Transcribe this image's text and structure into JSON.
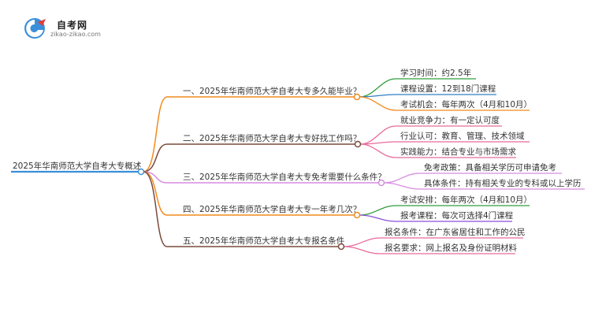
{
  "brand": {
    "name": "自考网",
    "url": "zikao-zikao.com"
  },
  "root": {
    "label": "2025年华南师范大学自考大专概述"
  },
  "branches": [
    {
      "label": "一、2025年华南师范大学自考大专多久能毕业？",
      "color": "#f28a1e",
      "children": [
        {
          "label": "学习时间：约2.5年",
          "color": "#2e9d3a"
        },
        {
          "label": "课程设置：12到18门课程",
          "color": "#2f7fc1"
        },
        {
          "label": "考试机会：每年两次（4月和10月）",
          "color": "#f28a1e"
        }
      ]
    },
    {
      "label": "二、2025年华南师范大学自考大专好找工作吗？",
      "color": "#7a4a3a",
      "children": [
        {
          "label": "就业竞争力：有一定认可度",
          "color": "#e86b9b"
        },
        {
          "label": "行业认可：教育、管理、技术领域",
          "color": "#e86b9b"
        },
        {
          "label": "实践能力：结合专业与市场需求",
          "color": "#e86b9b"
        }
      ]
    },
    {
      "label": "三、2025年华南师范大学自考大专免考需要什么条件？",
      "color": "#d68be0",
      "children": [
        {
          "label": "免考政策：具备相关学历可申请免考",
          "color": "#d68be0"
        },
        {
          "label": "具体条件：持有相关专业的专科或以上学历",
          "color": "#d68be0"
        }
      ]
    },
    {
      "label": "四、2025年华南师范大学自考大专一年考几次？",
      "color": "#f28a1e",
      "children": [
        {
          "label": "考试安排：每年两次（4月和10月）",
          "color": "#2e9d3a"
        },
        {
          "label": "报考课程：每次可选择4门课程",
          "color": "#8a4fd6"
        }
      ]
    },
    {
      "label": "五、2025年华南师范大学自考大专报名条件",
      "color": "#7a4a3a",
      "children": [
        {
          "label": "报名条件：在广东省居住和工作的公民",
          "color": "#e86b9b"
        },
        {
          "label": "报名要求：网上报名及身份证明材料",
          "color": "#e86b9b"
        }
      ]
    }
  ]
}
